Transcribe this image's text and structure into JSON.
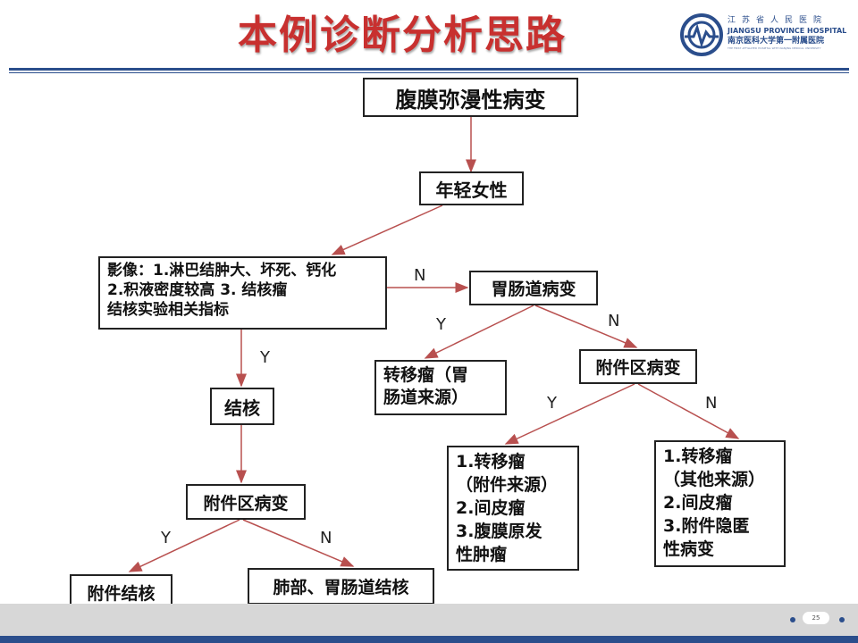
{
  "title": "本例诊断分析思路",
  "logo": {
    "line1": "江苏省人民医院",
    "line2": "JIANGSU PROVINCE HOSPITAL",
    "line3": "南京医科大学第一附属医院",
    "line4": "THE FIRST AFFILIATED HOSPITAL WITH NANJING MEDICAL UNIVERSITY"
  },
  "nodes": {
    "root": "腹膜弥漫性病变",
    "young_female": "年轻女性",
    "imaging": [
      "影像：1.淋巴结肿大、坏死、钙化",
      "2.积液密度较高 3. 结核瘤",
      "结核实验相关指标"
    ],
    "tb": "结核",
    "adnexal_left": "附件区病变",
    "adnexal_tb": "附件结核",
    "lung_gi_tb": "肺部、胃肠道结核",
    "gi_lesion": "胃肠道病变",
    "meta_gi": [
      "转移瘤（胃",
      "肠道来源）"
    ],
    "adnexal_right": "附件区病变",
    "diff_y": [
      "1.转移瘤",
      "（附件来源）",
      "2.间皮瘤",
      "3.腹膜原发",
      "性肿瘤"
    ],
    "diff_n": [
      "1.转移瘤",
      "（其他来源）",
      "2.间皮瘤",
      "3.附件隐匿",
      "性病变"
    ]
  },
  "labels": {
    "imaging_no": "N",
    "imaging_yes": "Y",
    "gi_yes": "Y",
    "gi_no": "N",
    "adnexal_right_yes": "Y",
    "adnexal_right_no": "N",
    "adnexal_left_yes": "Y",
    "adnexal_left_no": "N"
  },
  "page_number": "25",
  "colors": {
    "title": "#c8302f",
    "arrow": "#b8504f",
    "brand": "#2b4e8c"
  }
}
